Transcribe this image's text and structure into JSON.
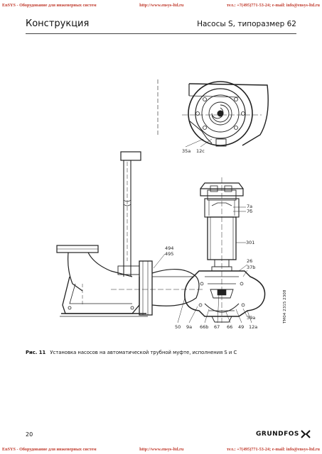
{
  "banner": {
    "company": "EnSYS - Оборудование для инженерных систем",
    "url": "http://www.ensys-ltd.ru",
    "contacts": "тел.: +7(495)771-53-24; e-mail: info@ensys-ltd.ru"
  },
  "header": {
    "section": "Конструкция",
    "title": "Насосы S, типоразмер 62"
  },
  "figure": {
    "top_view_labels": [
      "35a",
      "12c"
    ],
    "labels_right": [
      "7a",
      "7б",
      "301",
      "26",
      "37b",
      "39a"
    ],
    "labels_left": [
      "494",
      "495"
    ],
    "labels_bottom": [
      "50",
      "9a",
      "66b",
      "67",
      "66",
      "49",
      "12a"
    ],
    "side_code": "TM04 2315 2308"
  },
  "caption": {
    "label": "Рис. 11",
    "text": "Установка насосов на автоматической трубной муфте, исполнения S и C"
  },
  "footer": {
    "page_number": "20",
    "brand": "GRUNDFOS"
  }
}
